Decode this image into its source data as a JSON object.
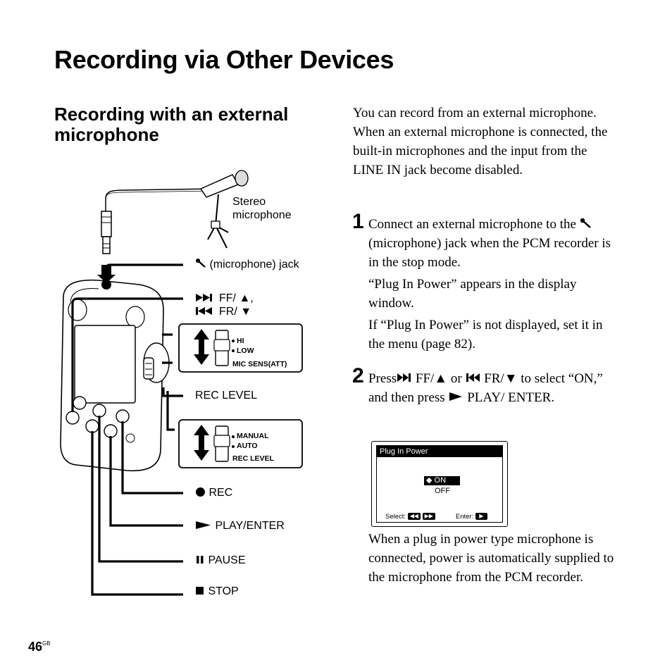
{
  "page": {
    "title": "Recording via Other Devices",
    "section_title": "Recording with an external microphone",
    "intro": "You can record from an external microphone. When an external microphone is connected, the built-in microphones and the input from the LINE IN jack become disabled.",
    "step1": {
      "number": "1",
      "text_a": "Connect an external microphone to the",
      "text_b": "(microphone) jack when the PCM recorder is in the stop mode.",
      "note1": "“Plug In Power” appears in the display window.",
      "note2": "If “Plug In Power” is not displayed, set it in the menu (page 82)."
    },
    "step2": {
      "number": "2",
      "text_a": "Press",
      "ff": "FF/▲",
      "or": "or",
      "fr": "FR/▼",
      "text_b": "to select “ON,” and then press",
      "play": "PLAY/ ENTER."
    },
    "after": "When a plug in power type microphone is connected, power is automatically supplied to the microphone from the PCM recorder.",
    "page_number": "46",
    "page_suffix": "GB"
  },
  "lcd": {
    "title": "Plug In Power",
    "on": "◆ ON",
    "off": "OFF",
    "select": "Select:",
    "enter": "Enter:"
  },
  "diagram": {
    "stereo_mic": [
      "Stereo",
      "microphone"
    ],
    "mic_jack": "(microphone) jack",
    "ff": "FF/ ▲,",
    "fr": "FR/ ▼",
    "hi": "HI",
    "low": "LOW",
    "mic_sens": "MIC SENS(ATT)",
    "rec_level": "REC LEVEL",
    "manual": "MANUAL",
    "auto": "AUTO",
    "rec_level_small": "REC LEVEL",
    "rec": "REC",
    "play_enter": "PLAY/ENTER",
    "pause": "PAUSE",
    "stop": "STOP"
  }
}
